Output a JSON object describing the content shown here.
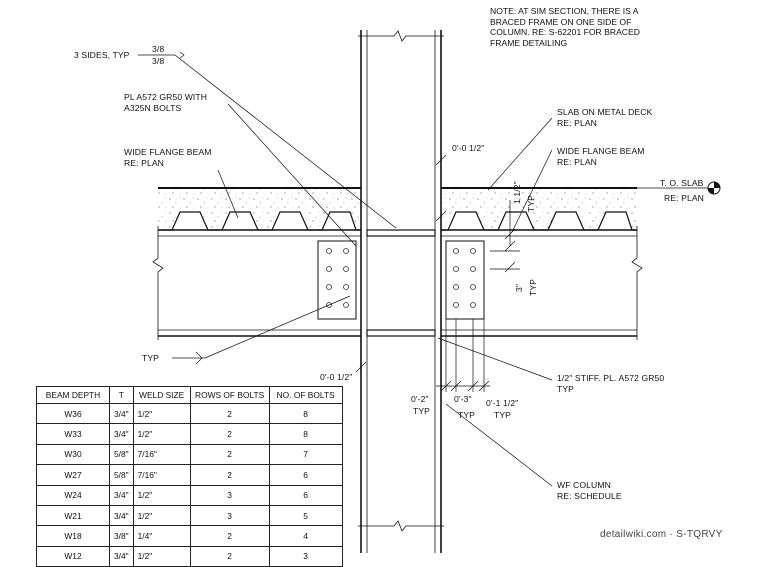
{
  "note": "NOTE: AT SIM SECTION, THERE IS A\nBRACED FRAME ON ONE SIDE OF\nCOLUMN. RE: S-62201 FOR BRACED\nFRAME DETAILING",
  "callouts": {
    "three_sides": "3 SIDES, TYP",
    "weld_top": "3/8",
    "weld_bottom": "3/8",
    "plate": "PL A572 GR50 WITH\nA325N BOLTS",
    "wf_beam_left": "WIDE FLANGE BEAM\nRE: PLAN",
    "slab": "SLAB ON METAL DECK\nRE: PLAN",
    "wf_beam_right": "WIDE FLANGE BEAM\nRE: PLAN",
    "tos": "T. O. SLAB",
    "tos_plan": "RE: PLAN",
    "typ_left": "TYP",
    "stiff": "1/2\" STIFF. PL. A572 GR50\nTYP",
    "column": "WF COLUMN\nRE: SCHEDULE"
  },
  "dims": {
    "top_gap": "0'-0 1/2\"",
    "bot_gap": "0'-0 1/2\"",
    "slab_dim": "1 1/2\"",
    "slab_typ": "TYP",
    "bolt_sp": "3\"",
    "bolt_typ": "TYP",
    "d1": "0'-2\"",
    "d1_typ": "TYP",
    "d2": "0'-3\"",
    "d2_typ": "TYP",
    "d3": "0'-1 1/2\"",
    "d3_typ": "TYP"
  },
  "schedule": {
    "headers": [
      "BEAM DEPTH",
      "T",
      "WELD SIZE",
      "ROWS OF BOLTS",
      "NO. OF BOLTS"
    ],
    "rows": [
      [
        "W36",
        "3/4\"",
        "1/2\"",
        "2",
        "8"
      ],
      [
        "W33",
        "3/4\"",
        "1/2\"",
        "2",
        "8"
      ],
      [
        "W30",
        "5/8\"",
        "7/16\"",
        "2",
        "7"
      ],
      [
        "W27",
        "5/8\"",
        "7/16\"",
        "2",
        "6"
      ],
      [
        "W24",
        "3/4\"",
        "1/2\"",
        "3",
        "6"
      ],
      [
        "W21",
        "3/4\"",
        "1/2\"",
        "3",
        "5"
      ],
      [
        "W18",
        "3/8\"",
        "1/4\"",
        "2",
        "4"
      ],
      [
        "W12",
        "3/4\"",
        "1/2\"",
        "2",
        "3"
      ]
    ]
  },
  "watermark": "detailwiki.com · S-TQRVY"
}
